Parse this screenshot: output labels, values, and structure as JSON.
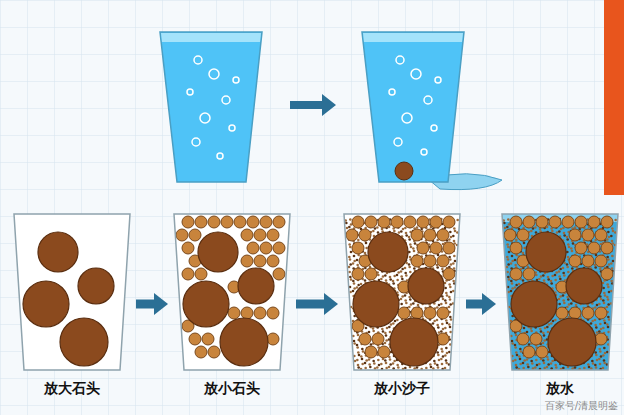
{
  "diagram": {
    "nodes": [
      {
        "text": [
          "放大石头"
        ]
      },
      {
        "text": [
          "放小石头"
        ]
      },
      {
        "text": [
          "放小沙子"
        ]
      },
      {
        "text": [
          "放水"
        ]
      }
    ],
    "edges": [
      {
        "from": 0,
        "to": 1,
        "arrow": "to"
      },
      {
        "from": 1,
        "to": 2,
        "arrow": "to"
      },
      {
        "from": 2,
        "to": 3,
        "arrow": "to"
      }
    ],
    "labels": [
      "百家号/清晨明鉴"
    ]
  }
}
